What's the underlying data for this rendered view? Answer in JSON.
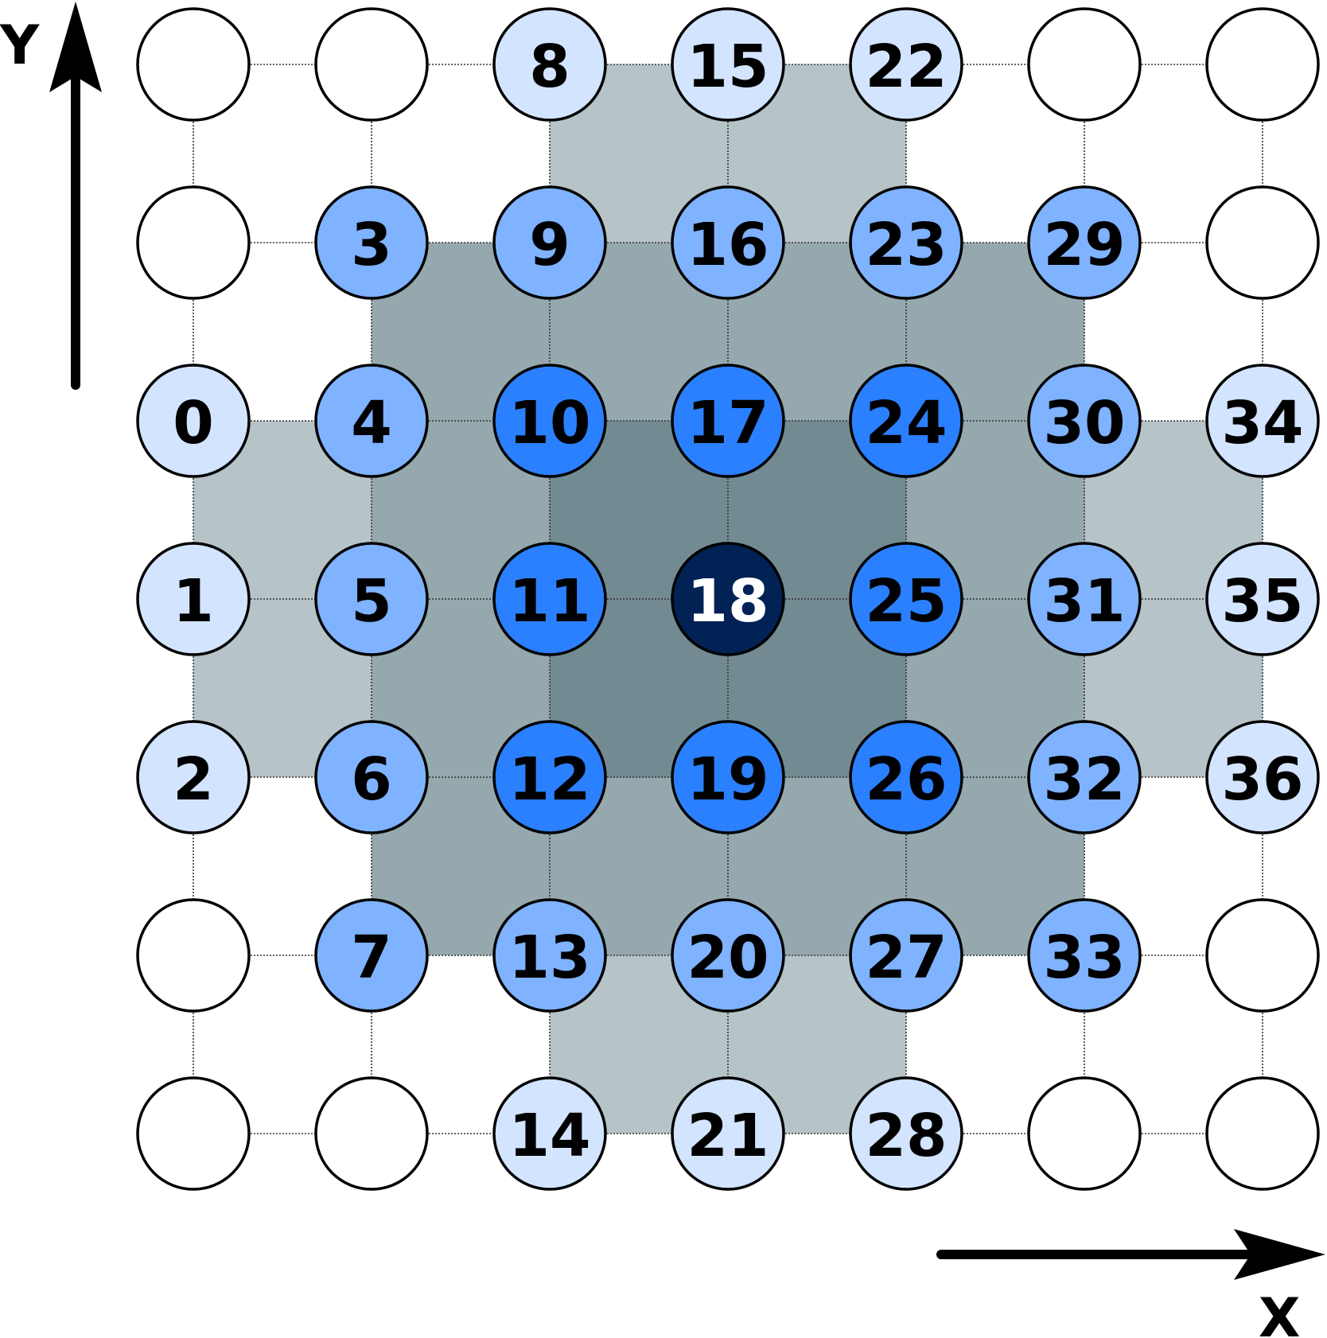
{
  "axes": {
    "y_label": "Y",
    "x_label": "X"
  },
  "colors": {
    "background": "#ffffff",
    "grid_line": "#333333",
    "node_stroke": "#000000",
    "region_light": "#b6c3c7",
    "region_medium": "#95a8ad",
    "region_dark": "#728b92",
    "node_empty": "#ffffff",
    "node_level1": "#d3e4ff",
    "node_level2": "#7fb2ff",
    "node_level3": "#2a80ff",
    "node_center": "#002255",
    "label_dark": "#000000",
    "label_light": "#ffffff"
  },
  "grid": {
    "rows": [
      [
        {
          "label": "",
          "level": 0
        },
        {
          "label": "",
          "level": 0
        },
        {
          "label": "8",
          "level": 1
        },
        {
          "label": "15",
          "level": 1
        },
        {
          "label": "22",
          "level": 1
        },
        {
          "label": "",
          "level": 0
        },
        {
          "label": "",
          "level": 0
        }
      ],
      [
        {
          "label": "",
          "level": 0
        },
        {
          "label": "3",
          "level": 2
        },
        {
          "label": "9",
          "level": 2
        },
        {
          "label": "16",
          "level": 2
        },
        {
          "label": "23",
          "level": 2
        },
        {
          "label": "29",
          "level": 2
        },
        {
          "label": "",
          "level": 0
        }
      ],
      [
        {
          "label": "0",
          "level": 1
        },
        {
          "label": "4",
          "level": 2
        },
        {
          "label": "10",
          "level": 3
        },
        {
          "label": "17",
          "level": 3
        },
        {
          "label": "24",
          "level": 3
        },
        {
          "label": "30",
          "level": 2
        },
        {
          "label": "34",
          "level": 1
        }
      ],
      [
        {
          "label": "1",
          "level": 1
        },
        {
          "label": "5",
          "level": 2
        },
        {
          "label": "11",
          "level": 3
        },
        {
          "label": "18",
          "level": 4
        },
        {
          "label": "25",
          "level": 3
        },
        {
          "label": "31",
          "level": 2
        },
        {
          "label": "35",
          "level": 1
        }
      ],
      [
        {
          "label": "2",
          "level": 1
        },
        {
          "label": "6",
          "level": 2
        },
        {
          "label": "12",
          "level": 3
        },
        {
          "label": "19",
          "level": 3
        },
        {
          "label": "26",
          "level": 3
        },
        {
          "label": "32",
          "level": 2
        },
        {
          "label": "36",
          "level": 1
        }
      ],
      [
        {
          "label": "",
          "level": 0
        },
        {
          "label": "7",
          "level": 2
        },
        {
          "label": "13",
          "level": 2
        },
        {
          "label": "20",
          "level": 2
        },
        {
          "label": "27",
          "level": 2
        },
        {
          "label": "33",
          "level": 2
        },
        {
          "label": "",
          "level": 0
        }
      ],
      [
        {
          "label": "",
          "level": 0
        },
        {
          "label": "",
          "level": 0
        },
        {
          "label": "14",
          "level": 1
        },
        {
          "label": "21",
          "level": 1
        },
        {
          "label": "28",
          "level": 1
        },
        {
          "label": "",
          "level": 0
        },
        {
          "label": "",
          "level": 0
        }
      ]
    ]
  }
}
